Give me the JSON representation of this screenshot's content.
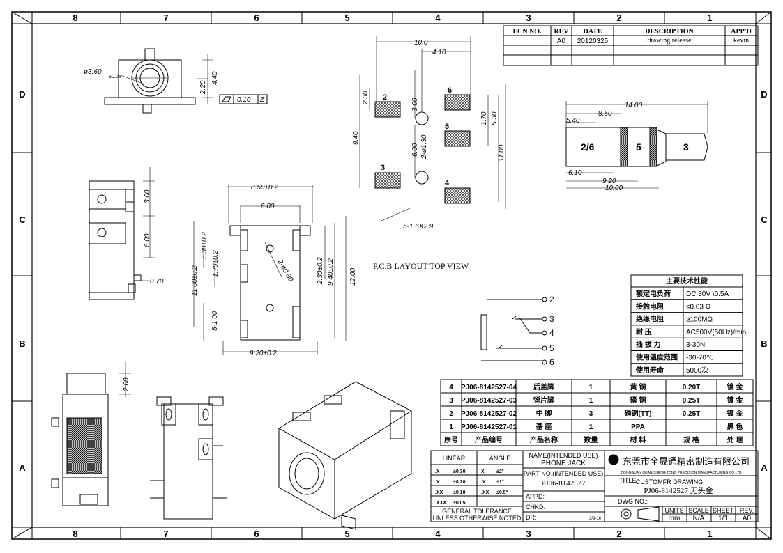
{
  "border": {
    "columns": [
      "8",
      "7",
      "6",
      "5",
      "4",
      "3",
      "2",
      "1"
    ],
    "rows": [
      "D",
      "C",
      "B",
      "A"
    ]
  },
  "revision_table": {
    "headers": [
      "ECN NO.",
      "REV",
      "DATE",
      "DESCRIPTION",
      "APP'D"
    ],
    "rows": [
      [
        "",
        "A0",
        "20120325",
        "drawing release",
        "kevin"
      ]
    ]
  },
  "pcb_title": "P.C.B LAYOUT TOP VIEW",
  "dimensions": {
    "front_dia": "ø3.60",
    "front_dia_tol": "±0.05",
    "front_h1": "4.40",
    "front_h2": "2.20",
    "flatness": "0.10",
    "datum": "Z",
    "side_3": "3.00",
    "side_6": "6.00",
    "side_070": "0.70",
    "top_width_tol": "8.50±0.2",
    "top_600": "6.00",
    "top_1100_tol": "11.00±0.2",
    "top_530_tol": "5.30±0.2",
    "top_170_tol": "1.70±0.2",
    "top_100": "5-1.00",
    "top_080": "2-ø0.80",
    "top_230_tol": "2.30±0.2",
    "top_940_tol": "9.40±0.2",
    "top_1200": "12.00",
    "top_920_tol": "9.20±0.2",
    "pcb_100": "10.0",
    "pcb_410": "4.10",
    "pcb_230": "2.30",
    "pcb_300": "3.00",
    "pcb_170": "1.70",
    "pcb_530": "5.30",
    "pcb_940": "9.40",
    "pcb_600": "6.00",
    "pcb_130": "2-ø1.30",
    "pcb_1100": "11.00",
    "pcb_pad": "5-1.6X2.9",
    "plug_1400": "14.00",
    "plug_850": "8.50",
    "plug_540": "5.40",
    "plug_610": "6.10",
    "plug_920": "9.20",
    "plug_1000": "10.00",
    "side2_200": "2.00"
  },
  "pcb_pads": [
    "2",
    "6",
    "5",
    "3",
    "4"
  ],
  "plug_segments": [
    "2/6",
    "5",
    "3"
  ],
  "schematic_pins": [
    "2",
    "3",
    "4",
    "5",
    "6"
  ],
  "spec_table": {
    "title": "主要技术性能",
    "rows": [
      [
        "额定电负荷",
        "DC 30V \\0.5A"
      ],
      [
        "接触电阻",
        "≤0.03 Ω"
      ],
      [
        "绝缘电阻",
        "≥100MΩ"
      ],
      [
        "耐    压",
        "AC500V(50Hz)/min"
      ],
      [
        "插 拔 力",
        "3-30N"
      ],
      [
        "使用温度范围",
        "-30-70℃"
      ],
      [
        "使用寿命",
        "5000次"
      ]
    ]
  },
  "bom": {
    "headers": [
      "序号",
      "产品编号",
      "产品名称",
      "数量",
      "材  料",
      "规 格",
      "处  理"
    ],
    "rows": [
      [
        "4",
        "PJ06-8142527-04",
        "后盖脚",
        "1",
        "黄 铜",
        "0.20T",
        "镀 金"
      ],
      [
        "3",
        "PJ06-8142527-03",
        "弹片脚",
        "1",
        "磷 铜",
        "0.25T",
        "镀 金"
      ],
      [
        "2",
        "PJ06-8142527-02",
        "中  脚",
        "3",
        "磷铜(TT)",
        "0.25T",
        "镀 金"
      ],
      [
        "1",
        "PJ06-8142527-01",
        "基  座",
        "1",
        "PPA",
        "",
        "黑 色"
      ]
    ]
  },
  "tolerance": {
    "linear_label": "LINEAR",
    "angle_label": "ANGLE",
    "rows": [
      [
        ".X",
        "±0.30",
        "X",
        "±2°"
      ],
      [
        ".X",
        "±0.20",
        ".X",
        "±1°"
      ],
      [
        ".XX",
        "±0.10",
        ".XX",
        "±0.5°"
      ],
      [
        ".XXX",
        "±0.05",
        "",
        ""
      ]
    ],
    "general": "GENERAL TOLERANCE",
    "unless": "UNLESS OTHERWISE NOTED"
  },
  "title_block": {
    "name_label": "NAME(INTENDED USE)",
    "name_value": "PHONE JACK",
    "part_label": "PART NO.(INTENDED USE)",
    "part_value": "PJ06-8142527",
    "appd_label": "APPD:",
    "chkd_label": "CHKD:",
    "dr_label": "DR:",
    "dr_value": "3/9-16",
    "company_cn": "东莞市全晟通精密制造有限公司",
    "company_en": "DONGGUAN QUAN SHENG TONG PRECISION MANUFACTURING CO.LTD",
    "title_label": "TITLE:",
    "title_value1": "CUSTOMFR DRAWING",
    "title_value2": "PJ06-8142527 无头金",
    "dwg_label": "DWG NO.:",
    "units_label": "UNITS",
    "units_value": "mm",
    "scale_label": "SCALE",
    "scale_value": "N/A",
    "sheet_label": "SHEET",
    "sheet_value": "1/1",
    "rev_label": "REV.",
    "rev_value": "A0"
  }
}
